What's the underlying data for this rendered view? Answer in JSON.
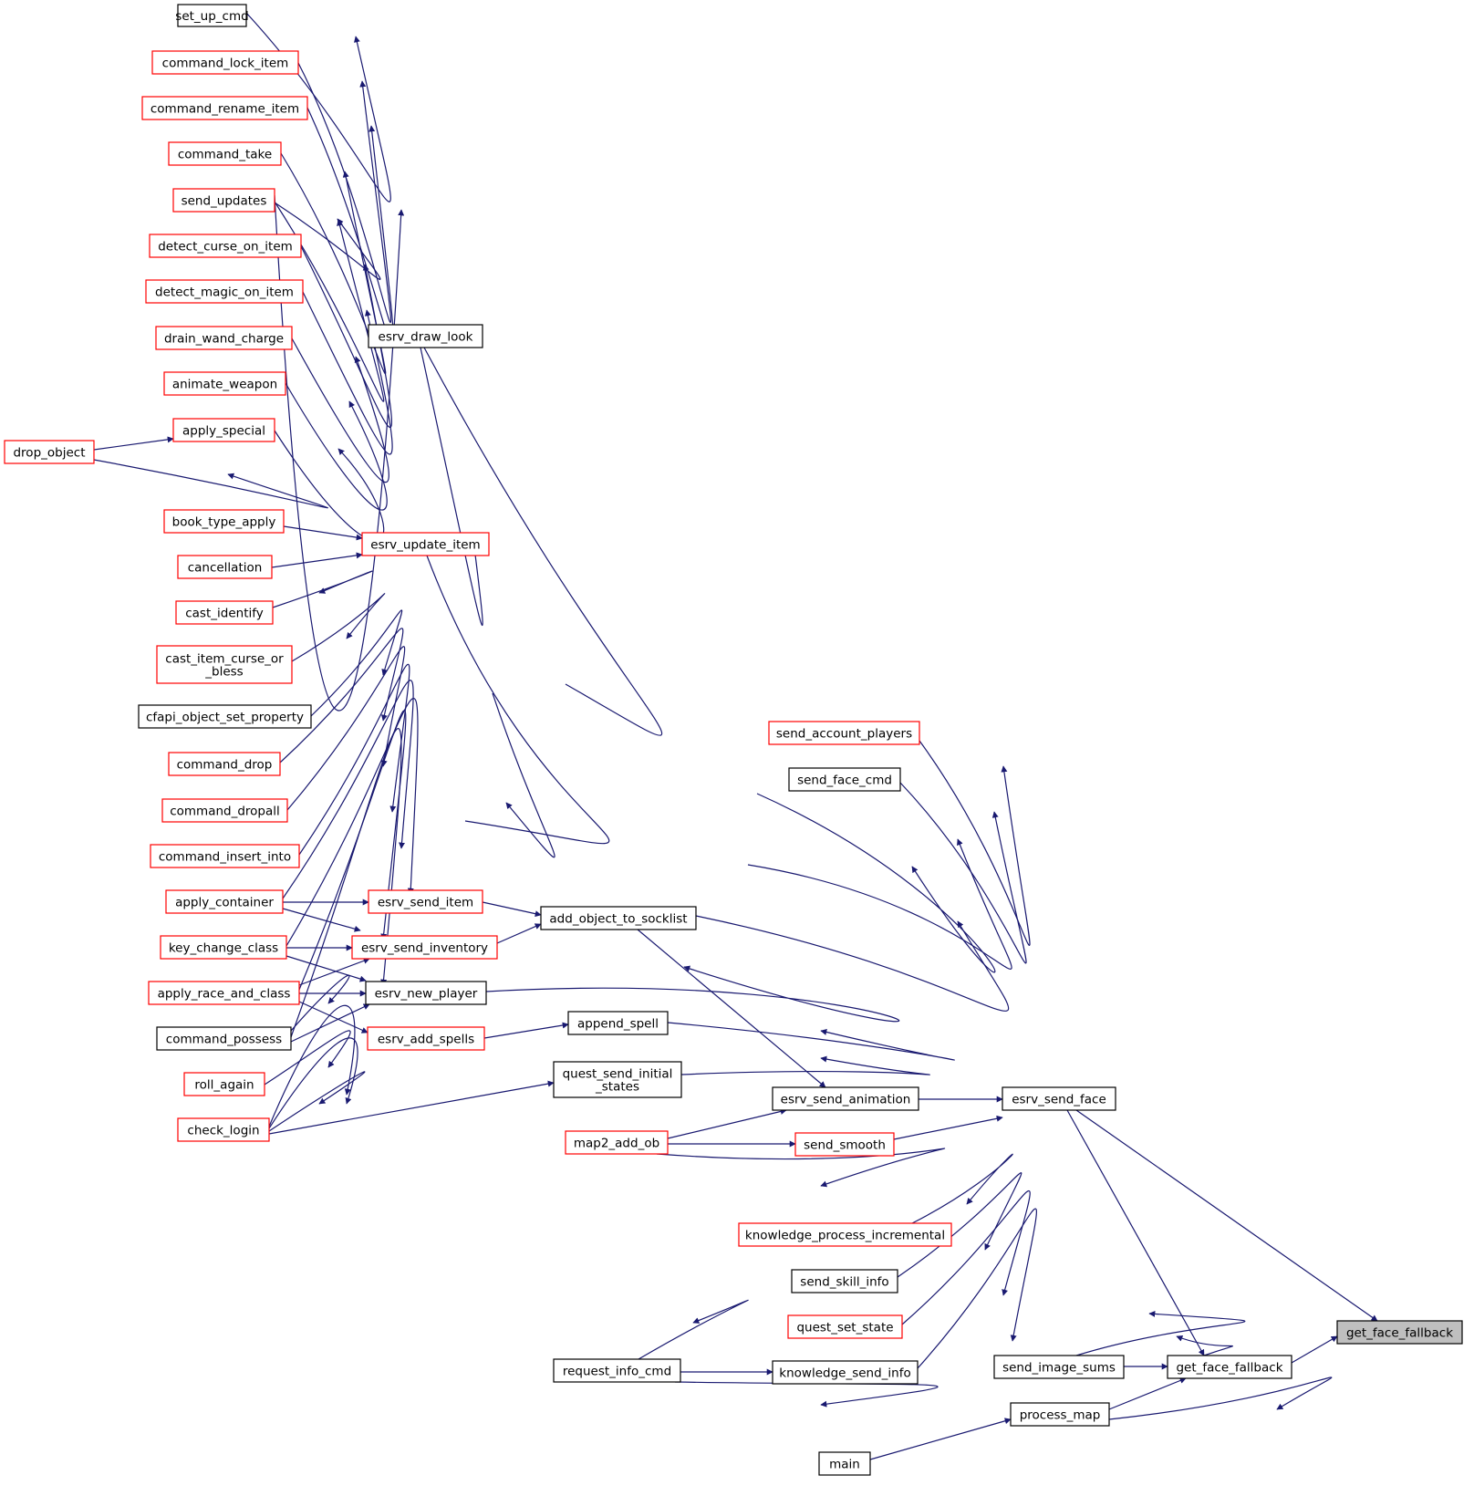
{
  "colors": {
    "edge": "#191970",
    "node_border_default": "#000000",
    "node_border_linked": "#ff0000",
    "node_fill": "#ffffff",
    "node_fill_selected": "#bfbfbf"
  },
  "nodes": {
    "set_up_cmd": {
      "label": "set_up_cmd",
      "style": "black"
    },
    "command_lock_item": {
      "label": "command_lock_item",
      "style": "red"
    },
    "command_rename_item": {
      "label": "command_rename_item",
      "style": "red"
    },
    "command_take": {
      "label": "command_take",
      "style": "red"
    },
    "send_updates": {
      "label": "send_updates",
      "style": "red"
    },
    "detect_curse_on_item": {
      "label": "detect_curse_on_item",
      "style": "red"
    },
    "detect_magic_on_item": {
      "label": "detect_magic_on_item",
      "style": "red"
    },
    "drain_wand_charge": {
      "label": "drain_wand_charge",
      "style": "red"
    },
    "animate_weapon": {
      "label": "animate_weapon",
      "style": "red"
    },
    "apply_special": {
      "label": "apply_special",
      "style": "red"
    },
    "drop_object": {
      "label": "drop_object",
      "style": "red"
    },
    "book_type_apply": {
      "label": "book_type_apply",
      "style": "red"
    },
    "cancellation": {
      "label": "cancellation",
      "style": "red"
    },
    "cast_identify": {
      "label": "cast_identify",
      "style": "red"
    },
    "cast_item_curse_or_bless": {
      "label": "cast_item_curse_or\n_bless",
      "style": "red"
    },
    "cfapi_object_set_property": {
      "label": "cfapi_object_set_property",
      "style": "black"
    },
    "command_drop": {
      "label": "command_drop",
      "style": "red"
    },
    "command_dropall": {
      "label": "command_dropall",
      "style": "red"
    },
    "command_insert_into": {
      "label": "command_insert_into",
      "style": "red"
    },
    "apply_container": {
      "label": "apply_container",
      "style": "red"
    },
    "key_change_class": {
      "label": "key_change_class",
      "style": "red"
    },
    "apply_race_and_class": {
      "label": "apply_race_and_class",
      "style": "red"
    },
    "command_possess": {
      "label": "command_possess",
      "style": "black"
    },
    "roll_again": {
      "label": "roll_again",
      "style": "red"
    },
    "check_login": {
      "label": "check_login",
      "style": "red"
    },
    "esrv_draw_look": {
      "label": "esrv_draw_look",
      "style": "black"
    },
    "esrv_update_item": {
      "label": "esrv_update_item",
      "style": "red"
    },
    "esrv_send_item": {
      "label": "esrv_send_item",
      "style": "red"
    },
    "esrv_send_inventory": {
      "label": "esrv_send_inventory",
      "style": "red"
    },
    "esrv_new_player": {
      "label": "esrv_new_player",
      "style": "black"
    },
    "esrv_add_spells": {
      "label": "esrv_add_spells",
      "style": "red"
    },
    "add_object_to_socklist": {
      "label": "add_object_to_socklist",
      "style": "black"
    },
    "append_spell": {
      "label": "append_spell",
      "style": "black"
    },
    "quest_send_initial_states": {
      "label": "quest_send_initial\n_states",
      "style": "black"
    },
    "map2_add_ob": {
      "label": "map2_add_ob",
      "style": "red"
    },
    "request_info_cmd": {
      "label": "request_info_cmd",
      "style": "black"
    },
    "send_account_players": {
      "label": "send_account_players",
      "style": "red"
    },
    "send_face_cmd": {
      "label": "send_face_cmd",
      "style": "black"
    },
    "esrv_send_animation": {
      "label": "esrv_send_animation",
      "style": "black"
    },
    "send_smooth": {
      "label": "send_smooth",
      "style": "red"
    },
    "knowledge_process_incremental": {
      "label": "knowledge_process_incremental",
      "style": "red"
    },
    "send_skill_info": {
      "label": "send_skill_info",
      "style": "black"
    },
    "quest_set_state": {
      "label": "quest_set_state",
      "style": "red"
    },
    "knowledge_send_info": {
      "label": "knowledge_send_info",
      "style": "black"
    },
    "main": {
      "label": "main",
      "style": "black"
    },
    "esrv_send_face": {
      "label": "esrv_send_face",
      "style": "black"
    },
    "send_image_sums": {
      "label": "send_image_sums",
      "style": "black"
    },
    "process_map": {
      "label": "process_map",
      "style": "black"
    },
    "get_face_fallback_mid": {
      "label": "get_face_fallback",
      "style": "black"
    },
    "get_face_fallback": {
      "label": "get_face_fallback",
      "style": "selected"
    }
  }
}
